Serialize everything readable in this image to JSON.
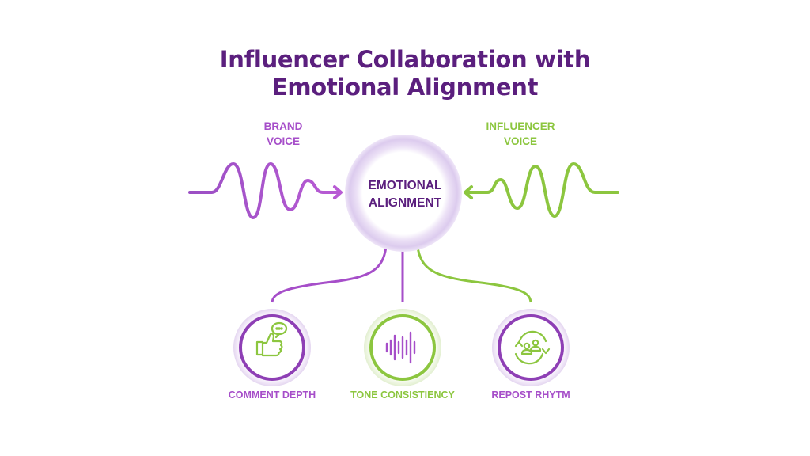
{
  "title": {
    "line1": "Influencer Collaboration with",
    "line2": "Emotional Alignment"
  },
  "inputs": {
    "brand_voice": {
      "line1": "BRAND",
      "line2": "VOICE",
      "color": "#a64ec9"
    },
    "influencer_voice": {
      "line1": "INFLUENCER",
      "line2": "VOICE",
      "color": "#8cc63f"
    }
  },
  "center": {
    "line1": "EMOTIONAL",
    "line2": "ALIGNMENT",
    "text_color": "#5b1f7e",
    "ring_color": "#dccbee"
  },
  "nodes": [
    {
      "label": "COMMENT DEPTH",
      "icon": "thumbs-up-comment-icon",
      "ring_color": "#8e3fb5",
      "label_color": "#a64ec9",
      "connector_color": "#a64ec9"
    },
    {
      "label": "TONE CONSISTIENCY",
      "icon": "sound-wave-icon",
      "ring_color": "#8cc63f",
      "label_color": "#8cc63f",
      "connector_color": "#a64ec9"
    },
    {
      "label": "REPOST RHYTM",
      "icon": "repost-users-cycle-icon",
      "ring_color": "#8e3fb5",
      "label_color": "#a64ec9",
      "connector_color": "#8cc63f"
    }
  ],
  "colors": {
    "title": "#5b1f7e",
    "purple": "#a64ec9",
    "dark_purple": "#8e3fb5",
    "green": "#8cc63f"
  }
}
